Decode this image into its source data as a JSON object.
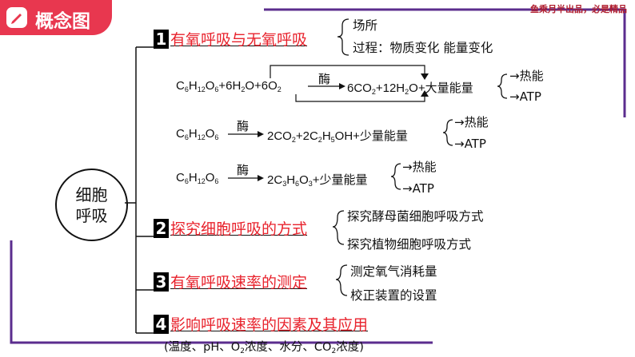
{
  "header": {
    "title": "概念图",
    "watermark": "鱼乘月半出品，必是精品"
  },
  "center": {
    "label": "细胞呼吸"
  },
  "branches": [
    {
      "number": "1",
      "title": "有氧呼吸与无氧呼吸",
      "sub": [
        "场所",
        "过程：物质变化 能量变化"
      ]
    },
    {
      "number": "2",
      "title": "探究细胞呼吸的方式",
      "sub": [
        "探究酵母菌细胞呼吸方式",
        "探究植物细胞呼吸方式"
      ]
    },
    {
      "number": "3",
      "title": "有氧呼吸速率的测定",
      "sub": [
        "测定氧气消耗量",
        "校正装置的设置"
      ]
    },
    {
      "number": "4",
      "title": "影响呼吸速率的因素及其应用",
      "note": "(温度、pH、O2浓度、水分、CO2浓度)"
    }
  ],
  "equations": {
    "enzyme": "酶",
    "eq1": {
      "reactants": "C6H12O6+6H2O+6O2",
      "products": "6CO2+12H2O+大量能量",
      "energy": [
        "→热能",
        "→ATP"
      ]
    },
    "eq2": {
      "reactants": "C6H12O6",
      "products": "2CO2+2C2H5OH+少量能量",
      "energy": [
        "→热能",
        "→ATP"
      ]
    },
    "eq3": {
      "reactants": "C6H12O6",
      "products": "2C3H6O3+少量能量",
      "energy": [
        "→热能",
        "→ATP"
      ]
    }
  },
  "colors": {
    "accent": "#e8374f",
    "title_red": "#e8222c",
    "frame_purple": "#5b2d8e"
  }
}
